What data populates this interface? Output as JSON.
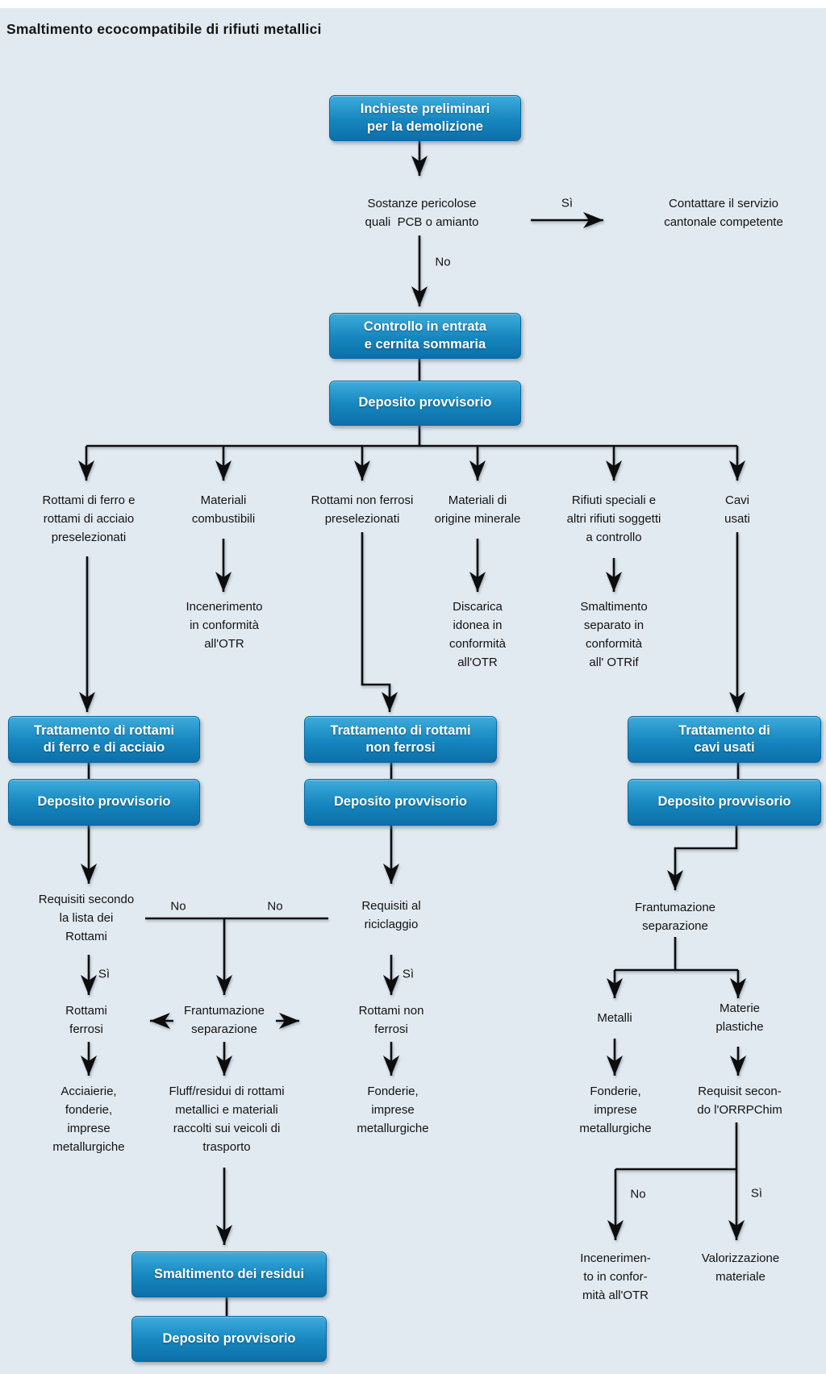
{
  "title": "Smaltimento ecocompatibile di rifiuti metallici",
  "colors": {
    "background": "#E2EAF1",
    "box_gradient_top": "#3EACDC",
    "box_gradient_bottom": "#0C6FA9",
    "box_border": "#0A679F",
    "box_text": "#FFFFFF",
    "line": "#0D0D0D",
    "text": "#121212"
  },
  "boxes": {
    "inchieste": "Inchieste preliminari\nper la demolizione",
    "controllo": "Controllo in entrata\ne cernita sommaria",
    "deposito_top": "Deposito provvisorio",
    "tratt_ferro": "Trattamento di rottami\ndi ferro e di acciaio",
    "deposito_ferro": "Deposito provvisorio",
    "tratt_nonferro": "Trattamento di rottami\nnon ferrosi",
    "deposito_nonferro": "Deposito provvisorio",
    "tratt_cavi": "Trattamento di\ncavi usati",
    "deposito_cavi": "Deposito provvisorio",
    "smaltimento_residui": "Smaltimento dei residui",
    "deposito_residui": "Deposito provvisorio"
  },
  "labels": {
    "sostanze": "Sostanze pericolose\nquali  PCB o amianto",
    "contattare": "Contattare il servizio\ncantonale competente",
    "branch_ferro": "Rottami di ferro e\nrottami di acciaio\npreselezionati",
    "branch_combustibili": "Materiali\ncombustibili",
    "branch_nonferrosi": "Rottami non ferrosi\npreselezionati",
    "branch_minerale": "Materiali di\norigine minerale",
    "branch_speciali": "Rifiuti speciali e\naltri rifiuti soggetti\na controllo",
    "branch_cavi": "Cavi\nusati",
    "incenerimento_otr": "Incenerimento\nin conformità\nall'OTR",
    "discarica": "Discarica\nidonea in\nconformità\nall'OTR",
    "smaltimento_separato": "Smaltimento\nseparato in\nconformità\nall' OTRif",
    "requisiti_lista": "Requisiti secondo\nla lista dei\nRottami",
    "requisiti_riciclaggio": "Requisiti al\nriciclaggio",
    "rottami_ferrosi": "Rottami\nferrosi",
    "frantumazione_mid": "Frantumazione\nseparazione",
    "rottami_non_ferrosi": "Rottami non\nferrosi",
    "frantumazione_cavi": "Frantumazione\nseparazione",
    "acciaierie": "Acciaierie,\nfonderie,\nimprese\nmetallurgiche",
    "fluff": "Fluff/residui di rottami\nmetallici e materiali\nraccolti sui veicoli di\ntrasporto",
    "fonderie_mid": "Fonderie,\nimprese\nmetallurgiche",
    "metalli": "Metalli",
    "materie_plastiche": "Materie\nplastiche",
    "fonderie_cavi": "Fonderie,\nimprese\nmetallurgiche",
    "requisit_orrpchim": "Requisit secon-\ndo l'ORRPChim",
    "incenerimento_bottom": "Incenerimen-\nto in confor-\nmità all'OTR",
    "valorizzazione": "Valorizzazione\nmateriale"
  },
  "edge_labels": {
    "si_top": "Sì",
    "no_top": "No",
    "no_left_1": "No",
    "no_left_2": "No",
    "si_ferrosi": "Sì",
    "si_riciclaggio": "Sì",
    "no_orrpchim": "No",
    "si_orrpchim": "Sì"
  }
}
